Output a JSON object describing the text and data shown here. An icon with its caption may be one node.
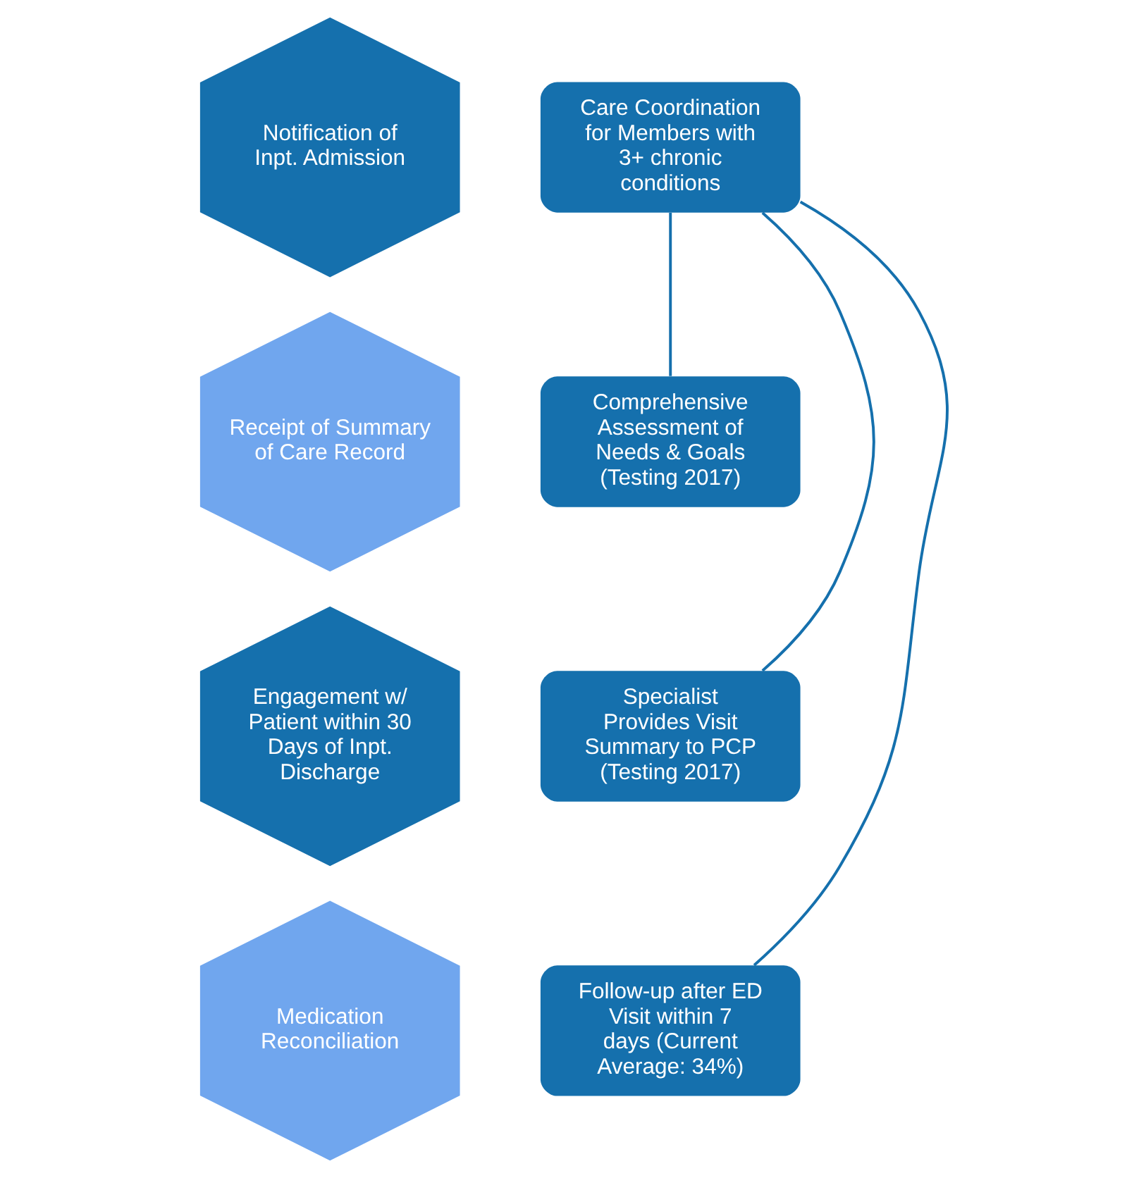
{
  "diagram": {
    "nodes": [
      {
        "text": [
          "Notification of Inpt. Admission"
        ]
      },
      {
        "text": [
          "Receipt of Summary of Care Record"
        ]
      },
      {
        "text": [
          "Engagement w/ Patient within 30 Days of Inpt. Discharge"
        ]
      },
      {
        "text": [
          "Medication Reconciliation"
        ]
      },
      {
        "text": [
          "Care Coordination for Members with 3+ chronic conditions"
        ]
      },
      {
        "text": [
          "Comprehensive Assessment of Needs & Goals (Testing 2017)"
        ]
      },
      {
        "text": [
          "Specialist Provides Visit Summary to PCP (Testing 2017)"
        ]
      },
      {
        "text": [
          "Follow-up after ED Visit within 7 days (Current Average: 34%)"
        ]
      }
    ],
    "edges": [
      {
        "from": 4,
        "to": 5,
        "arrow": "none"
      },
      {
        "from": 4,
        "to": 6,
        "arrow": "none"
      },
      {
        "from": 4,
        "to": 7,
        "arrow": "none"
      }
    ]
  }
}
